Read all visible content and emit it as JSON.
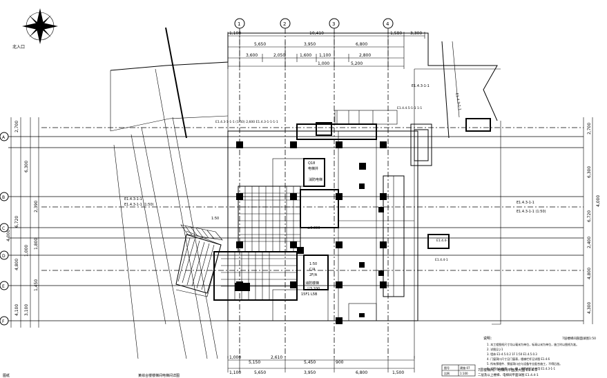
{
  "north": {
    "label": "北入口"
  },
  "column_grid": {
    "top_markers": [
      "1",
      "2",
      "3",
      "4"
    ],
    "left_markers": [
      "A",
      "B",
      "C",
      "D",
      "E",
      "F"
    ]
  },
  "dims_top": {
    "outer": [
      "1,100",
      "10,410",
      "1,580",
      "3,300"
    ],
    "row1": [
      "5,650",
      "3,950",
      "6,800"
    ],
    "row2": [
      "3,600",
      "2,050",
      "1,600",
      "1,100",
      "2,800"
    ],
    "row3": [
      "1,000",
      "5,200"
    ]
  },
  "dims_bottom": {
    "row1": [
      "1,000",
      "5,150",
      "2,610",
      "5,450",
      "900"
    ],
    "row2": [
      "1,100",
      "5,650",
      "3,950",
      "6,800",
      "1,500"
    ]
  },
  "dims_left": [
    "2,700",
    "6,300",
    "2,390",
    "6,720",
    "4,000",
    "1,800",
    "1,000",
    "4,800",
    "1,450",
    "3,100",
    "4,100"
  ],
  "dims_right": [
    "2,700",
    "6,300",
    "6,720",
    "2,400",
    "4,800",
    "4,000",
    "4,300"
  ],
  "callouts": {
    "top_right_1": "E1.4.3-1-1",
    "top_right_2": "E1.4.3-1-1",
    "top_right_box": "E1.4.4.5-1-1 1:1",
    "right_mid_1": "E1.4.3-1-1",
    "right_mid_2": "E1.4.3-1-1 (1:50)",
    "left_1": "E1.4.3-1-1",
    "left_2": "E1.4.3-1-1 (1:50)",
    "top_note": "E1.4.3-1-1-1 (1:50) 2,600 E1.4.3-1-1-1-1",
    "box_left": "1:50",
    "box_a_1": "Q18",
    "box_a_2": "电梯井",
    "box_b": "消防电梯",
    "center_1": "1:50",
    "center_2": "C/A",
    "center_3": "2F/A",
    "center_4": "消防楼梯",
    "level": "±0.000",
    "code": "▽3.100",
    "room": "15F1 L5B",
    "ref_right": "E1.4.4-1",
    "ref_right_2": "E1.4.4-1"
  },
  "notes": {
    "heading": "说明：",
    "right_small": "7层楼梯间剖面详图1:50",
    "lines": [
      "1. 本工程图纸尺寸均以毫米为单位，标高以米为单位，施工时以图纸为准。",
      "2. 详图见 J-1",
      "3. 墙体 E1-4.5.0.2 1F 1:50 E1.4.5.0.3",
      "4. 门窗洞口尺寸见门窗表，楼梯栏杆见详图 E1.4.6",
      "5. 所有预埋件、预留洞口应与设备专业配合施工，不得后凿。",
      "6. 本图应与结构、水、暖、电图纸配合使用 E1.4.3-1-1"
    ]
  },
  "title_block": {
    "label1": "图号",
    "value1": "建施-07",
    "label2": "比例",
    "value2": "1:100",
    "title": "7层楼梯间、电梯间平面放大图 E1.4.3",
    "subtitle": "二层及以上楼梯、电梯间平面详图 E1.4.4-1"
  },
  "footer": {
    "sheet": "图纸",
    "drawing": "某综合楼楼梯间电梯间详图"
  }
}
